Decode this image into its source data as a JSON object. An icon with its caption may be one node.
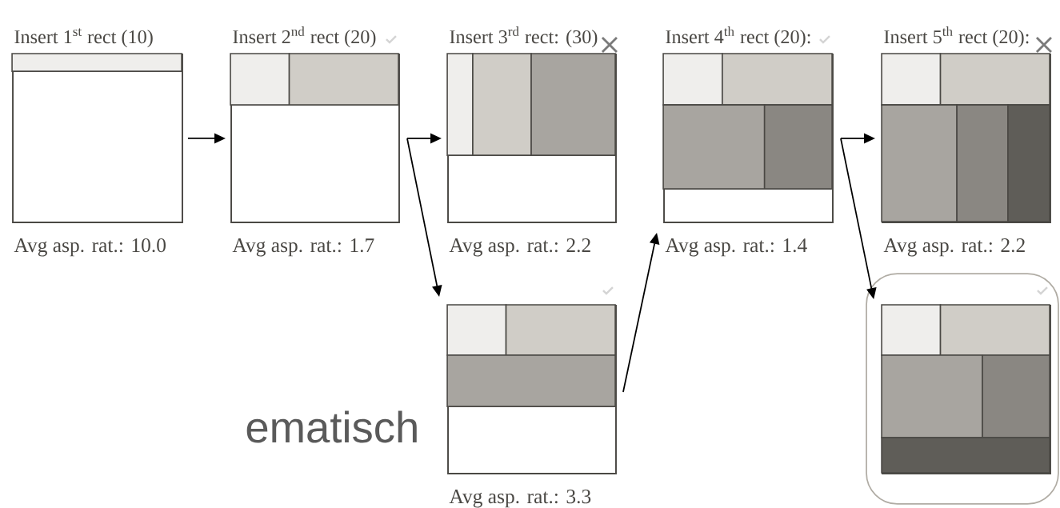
{
  "diagram": {
    "nodes": [
      {
        "text": [
          "Insert 1$^{st}$ rect (10)"
        ],
        "beside": [
          "Avg asp. rat.: 10.0"
        ]
      },
      {
        "text": [
          "Insert 2$^{nd}$ rect (20)"
        ],
        "beside": [
          "Avg asp. rat.: 1.7"
        ]
      },
      {
        "text": [
          "Insert 3$^{rd}$ rect: (30)"
        ],
        "beside": [
          "Avg asp. rat.: 2.2"
        ]
      },
      {
        "text": [
          "Insert 4$^{th}$ rect (20):"
        ],
        "beside": [
          "Avg asp. rat.: 1.4"
        ]
      },
      {
        "text": [
          "Insert 5$^{th}$ rect (20):"
        ],
        "beside": [
          "Avg asp. rat.: 2.2"
        ]
      },
      {
        "text": [],
        "shape": "box",
        "beside": [
          "Avg asp. rat.: 3.3"
        ]
      },
      {
        "text": [],
        "shape": "box"
      },
      {
        "text": [],
        "shape": "box",
        "in": 6
      }
    ],
    "edges": [
      {
        "from": 0,
        "to": 1,
        "arrow": "to"
      },
      {
        "from": 1,
        "to": 2,
        "arrow": "to"
      },
      {
        "from": 1,
        "to": 5,
        "arrow": "to"
      },
      {
        "from": 5,
        "to": 3,
        "arrow": "to"
      },
      {
        "from": 3,
        "to": 4,
        "arrow": "to"
      },
      {
        "from": 3,
        "to": 6,
        "arrow": "to"
      }
    ],
    "labels": [
      "ematisch"
    ]
  }
}
